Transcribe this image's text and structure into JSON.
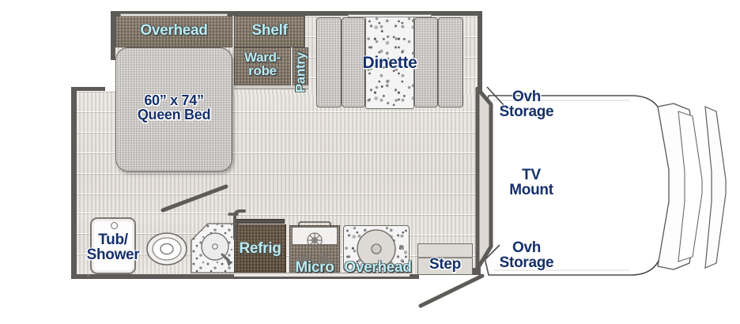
{
  "floorplan": {
    "title": "RV Class C Floorplan",
    "labels": {
      "overhead_bed": "Overhead",
      "shelf": "Shelf",
      "wardrobe": "Ward-\nrobe",
      "pantry": "Pantry",
      "dinette": "Dinette",
      "queen_bed": "60” x 74”\nQueen Bed",
      "tub_shower": "Tub/\nShower",
      "refrig": "Refrig",
      "micro": "Micro",
      "overhead_kitchen": "Overhead",
      "step": "Step",
      "ovh_storage_top": "Ovh\nStorage",
      "tv_mount": "TV\nMount",
      "ovh_storage_bottom": "Ovh\nStorage"
    },
    "colors": {
      "label_navy": "#15306b",
      "label_cyan": "#b9ecf2",
      "cabinet_brown": "#7d7161",
      "refrigerator_brown": "#5e4f3d",
      "floor_wood": "#dcd7d1",
      "wall_gray": "#5d5b58",
      "cab_white": "#ffffff"
    }
  }
}
